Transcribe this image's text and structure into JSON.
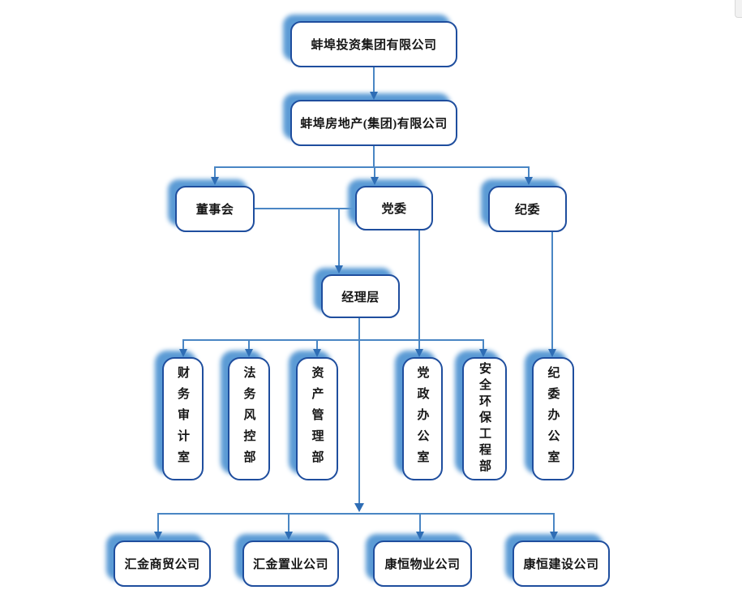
{
  "diagram_type": "org-chart",
  "colors": {
    "border": "#1f4e9e",
    "line": "#4a86c4",
    "arrow": "#2e6db5",
    "shadow": "#5b9bd5",
    "text": "#161616"
  },
  "nodes": {
    "root": {
      "label": "蚌埠投资集团有限公司"
    },
    "group": {
      "label": "蚌埠房地产(集团)有限公司"
    },
    "board": {
      "label": "董事会"
    },
    "party_committee": {
      "label": "党委"
    },
    "discipline_committee": {
      "label": "纪委"
    },
    "management": {
      "label": "经理层"
    },
    "dept_finance_audit": {
      "label": "财务审计室"
    },
    "dept_legal_risk": {
      "label": "法务风控部"
    },
    "dept_asset_mgmt": {
      "label": "资产管理部"
    },
    "dept_party_gov_office": {
      "label": "党政办公室"
    },
    "dept_safety_env_eng": {
      "label": "安全环保工程部"
    },
    "dept_discipline_office": {
      "label": "纪委办公室"
    },
    "sub_huijin_trade": {
      "label": "汇金商贸公司"
    },
    "sub_huijin_realty": {
      "label": "汇金置业公司"
    },
    "sub_kangheng_property": {
      "label": "康恒物业公司"
    },
    "sub_kangheng_construction": {
      "label": "康恒建设公司"
    }
  },
  "edges": [
    "root -> group",
    "group -> board",
    "group -> party_committee",
    "group -> discipline_committee",
    "board/party_committee -> management",
    "management -> dept_finance_audit",
    "management -> dept_legal_risk",
    "management -> dept_asset_mgmt",
    "management -> dept_party_gov_office",
    "management -> dept_safety_env_eng",
    "party_committee -> dept_party_gov_office",
    "discipline_committee -> dept_discipline_office",
    "management -> sub_huijin_trade",
    "management -> sub_huijin_realty",
    "management -> sub_kangheng_property",
    "management -> sub_kangheng_construction"
  ]
}
